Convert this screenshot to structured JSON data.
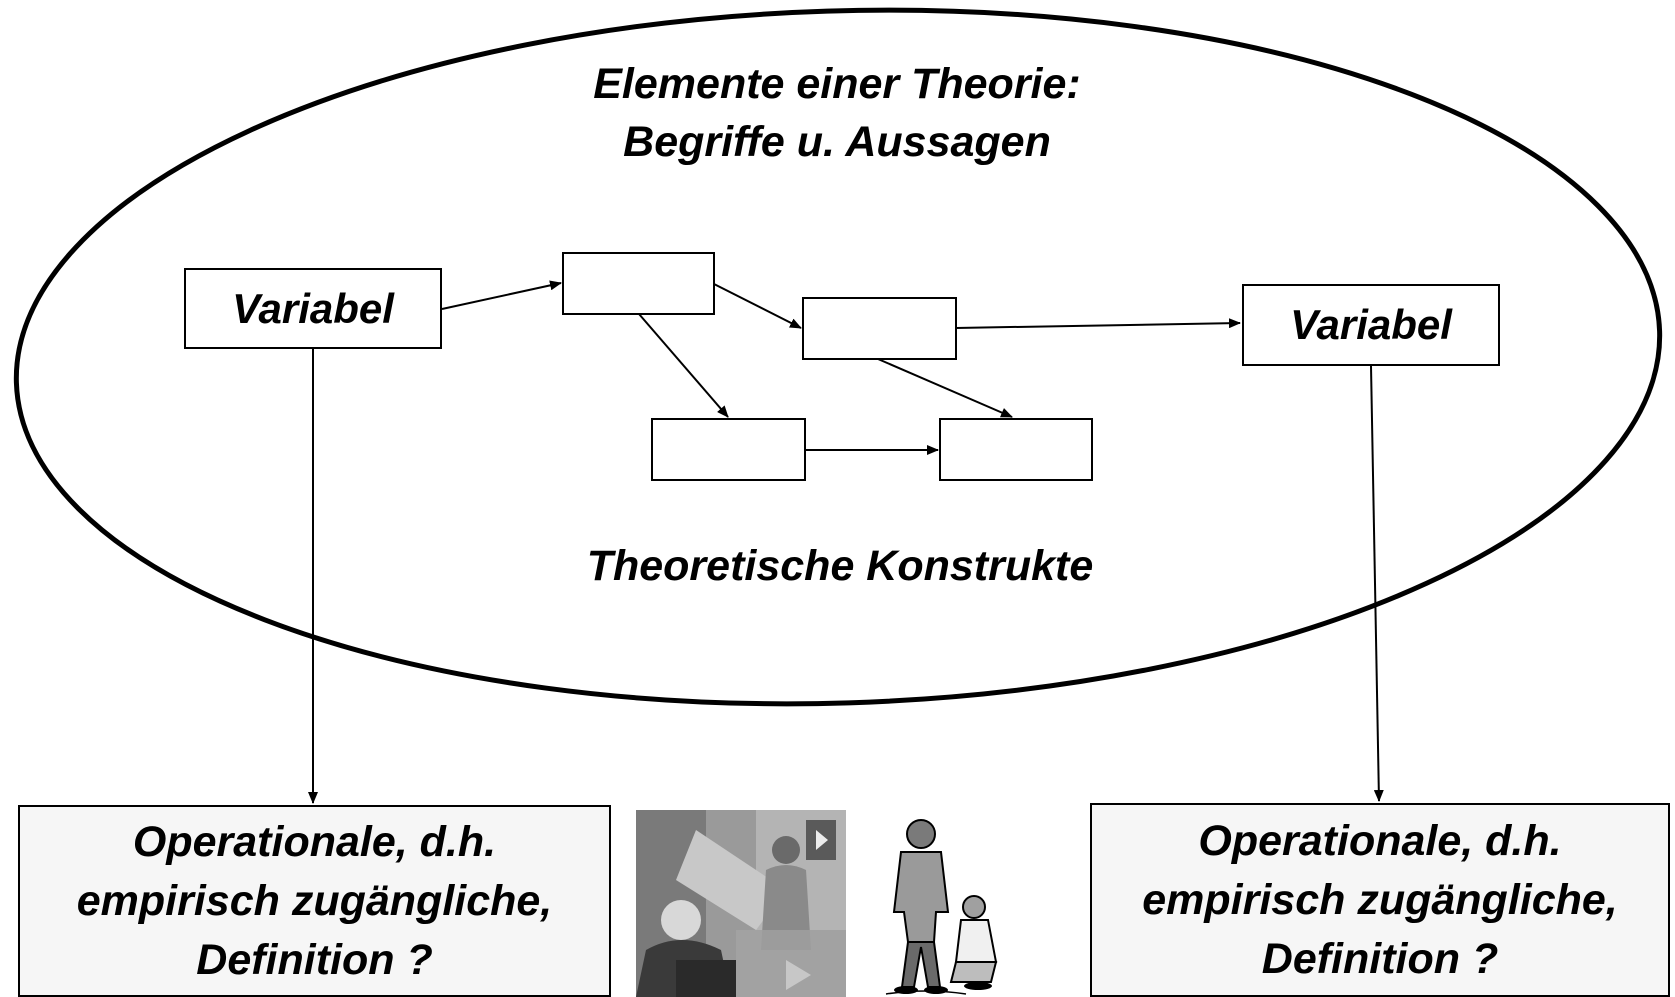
{
  "title": {
    "line1": "Elemente einer Theorie:",
    "line2": "Begriffe u. Aussagen"
  },
  "construct_label": "Theoretische Konstrukte",
  "variables": {
    "left": "Variabel",
    "right": "Variabel"
  },
  "operational_boxes": {
    "left": {
      "line1": "Operationale, d.h.",
      "line2": "empirisch zugängliche,",
      "line3": "Definition ?"
    },
    "right": {
      "line1": "Operationale, d.h.",
      "line2": "empirisch zugängliche,",
      "line3": "Definition ?"
    }
  },
  "illustrations": [
    "office-meeting-clipart",
    "two-people-clipart"
  ],
  "colors": {
    "stroke": "#000000",
    "box_fill": "#f6f6f6",
    "background": "#ffffff"
  }
}
